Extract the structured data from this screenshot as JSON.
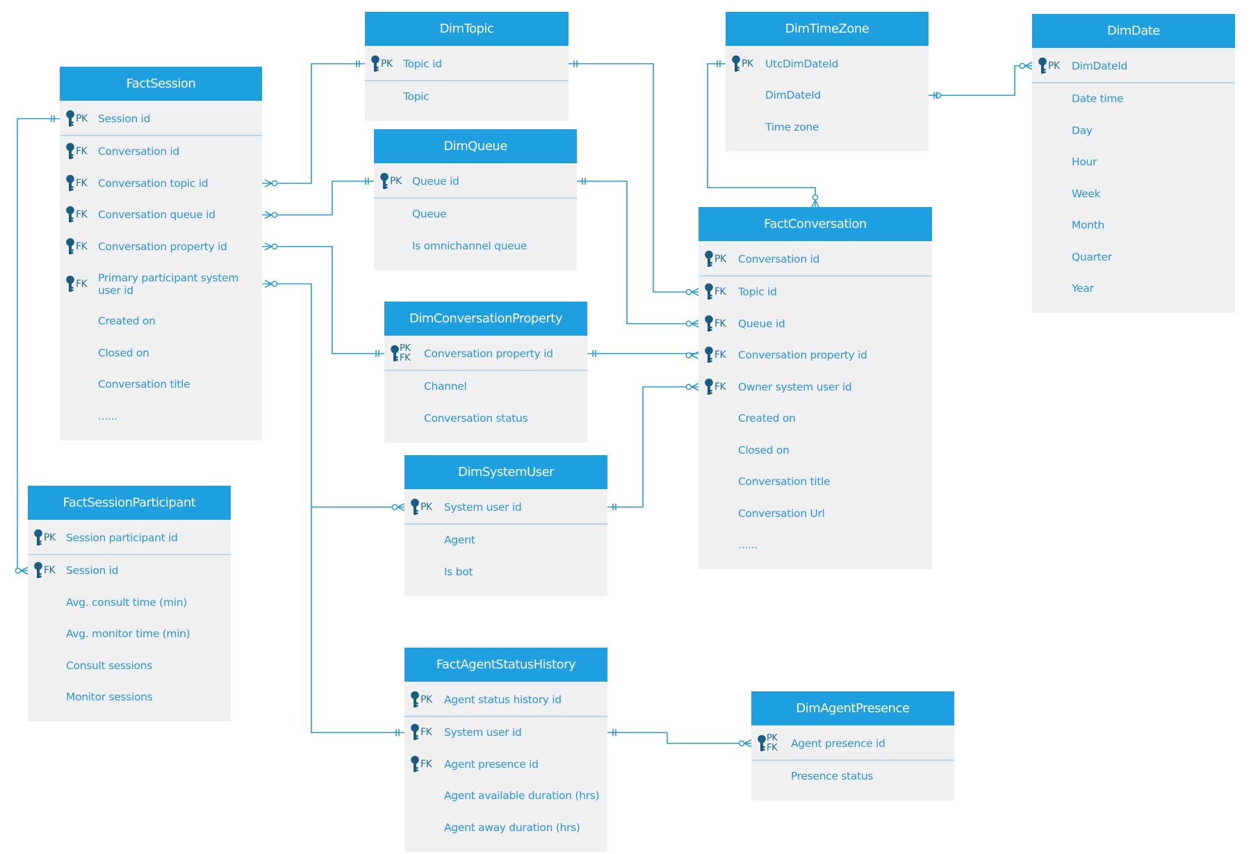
{
  "entities": {
    "FactSession": {
      "title": "FactSession",
      "fields": [
        {
          "key": "PK",
          "name": "Session id"
        },
        {
          "key": "FK",
          "name": "Conversation id"
        },
        {
          "key": "FK",
          "name": "Conversation topic id"
        },
        {
          "key": "FK",
          "name": "Conversation queue id"
        },
        {
          "key": "FK",
          "name": "Conversation property id"
        },
        {
          "key": "FK",
          "name": "Primary participant system user id"
        },
        {
          "key": "",
          "name": "Created on"
        },
        {
          "key": "",
          "name": "Closed on"
        },
        {
          "key": "",
          "name": "Conversation title"
        },
        {
          "key": "",
          "name": "......"
        }
      ]
    },
    "FactSessionParticipant": {
      "title": "FactSessionParticipant",
      "fields": [
        {
          "key": "PK",
          "name": "Session participant id"
        },
        {
          "key": "FK",
          "name": "Session id"
        },
        {
          "key": "",
          "name": "Avg. consult time (min)"
        },
        {
          "key": "",
          "name": "Avg. monitor time (min)"
        },
        {
          "key": "",
          "name": "Consult sessions"
        },
        {
          "key": "",
          "name": "Monitor sessions"
        }
      ]
    },
    "DimTopic": {
      "title": "DimTopic",
      "fields": [
        {
          "key": "PK",
          "name": "Topic id"
        },
        {
          "key": "",
          "name": "Topic"
        }
      ]
    },
    "DimQueue": {
      "title": "DimQueue",
      "fields": [
        {
          "key": "PK",
          "name": "Queue id"
        },
        {
          "key": "",
          "name": "Queue"
        },
        {
          "key": "",
          "name": "Is omnichannel queue"
        }
      ]
    },
    "DimConversationProperty": {
      "title": "DimConversationProperty",
      "fields": [
        {
          "key": "PK FK",
          "name": "Conversation property id"
        },
        {
          "key": "",
          "name": "Channel"
        },
        {
          "key": "",
          "name": "Conversation status"
        }
      ]
    },
    "DimSystemUser": {
      "title": "DimSystemUser",
      "fields": [
        {
          "key": "PK",
          "name": "System user id"
        },
        {
          "key": "",
          "name": "Agent"
        },
        {
          "key": "",
          "name": "Is bot"
        }
      ]
    },
    "FactAgentStatusHistory": {
      "title": "FactAgentStatusHistory",
      "fields": [
        {
          "key": "PK",
          "name": "Agent status history id"
        },
        {
          "key": "FK",
          "name": "System user id"
        },
        {
          "key": "FK",
          "name": "Agent presence id"
        },
        {
          "key": "",
          "name": "Agent available duration (hrs)"
        },
        {
          "key": "",
          "name": "Agent away duration (hrs)"
        }
      ]
    },
    "DimTimeZone": {
      "title": "DimTimeZone",
      "fields": [
        {
          "key": "PK",
          "name": "UtcDimDateId"
        },
        {
          "key": "",
          "name": "DimDateId"
        },
        {
          "key": "",
          "name": "Time zone"
        }
      ]
    },
    "FactConversation": {
      "title": "FactConversation",
      "fields": [
        {
          "key": "PK",
          "name": "Conversation id"
        },
        {
          "key": "FK",
          "name": "Topic id"
        },
        {
          "key": "FK",
          "name": "Queue id"
        },
        {
          "key": "FK",
          "name": "Conversation property id"
        },
        {
          "key": "FK",
          "name": "Owner system user id"
        },
        {
          "key": "",
          "name": "Created on"
        },
        {
          "key": "",
          "name": "Closed on"
        },
        {
          "key": "",
          "name": "Conversation title"
        },
        {
          "key": "",
          "name": "Conversation Url"
        },
        {
          "key": "",
          "name": "......"
        }
      ]
    },
    "DimDate": {
      "title": "DimDate",
      "fields": [
        {
          "key": "PK",
          "name": "DimDateId"
        },
        {
          "key": "",
          "name": "Date time"
        },
        {
          "key": "",
          "name": "Day"
        },
        {
          "key": "",
          "name": "Hour"
        },
        {
          "key": "",
          "name": "Week"
        },
        {
          "key": "",
          "name": "Month"
        },
        {
          "key": "",
          "name": "Quarter"
        },
        {
          "key": "",
          "name": "Year"
        }
      ]
    },
    "DimAgentPresence": {
      "title": "DimAgentPresence",
      "fields": [
        {
          "key": "PK FK",
          "name": "Agent presence id"
        },
        {
          "key": "",
          "name": "Presence status"
        }
      ]
    }
  },
  "colors": {
    "header": "#1d9fe0",
    "body": "#f0f0f0",
    "field_text": "#2b93d6",
    "key_icon": "#1b5d82",
    "connector": "#2a9ad8"
  },
  "icons": {
    "key": "key-icon"
  }
}
